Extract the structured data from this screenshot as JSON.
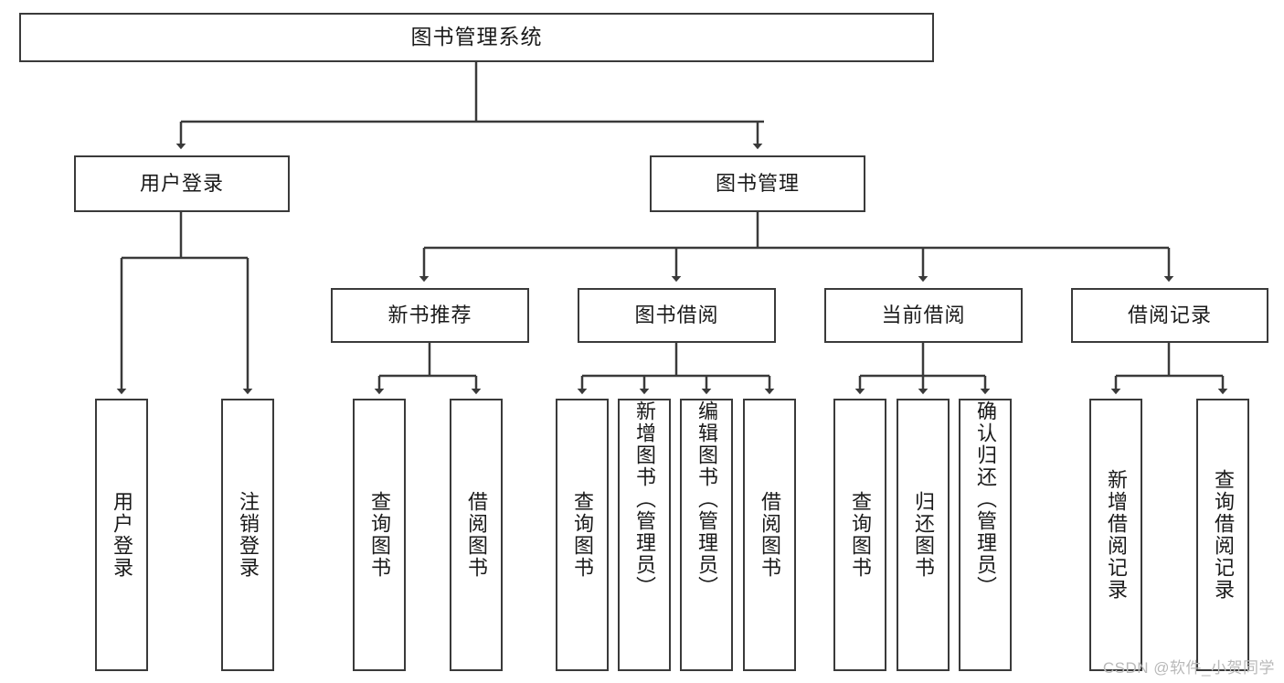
{
  "diagram": {
    "type": "tree",
    "title_node": "图书管理系统",
    "watermark": "CSDN @软件_小贺同学",
    "colors": {
      "stroke": "#3a3a3a",
      "fill": "#ffffff",
      "text": "#1a1a1a",
      "watermark": "#b9b9b9"
    },
    "nodes": {
      "root": {
        "label": "图书管理系统"
      },
      "level2": [
        {
          "id": "user-login",
          "label": "用户登录"
        },
        {
          "id": "book-manage",
          "label": "图书管理"
        }
      ],
      "level3": [
        {
          "id": "new-book-rec",
          "label": "新书推荐"
        },
        {
          "id": "book-borrow",
          "label": "图书借阅"
        },
        {
          "id": "current-borrow",
          "label": "当前借阅"
        },
        {
          "id": "borrow-record",
          "label": "借阅记录"
        }
      ],
      "leaves": {
        "user-login": [
          {
            "id": "leaf-user-login",
            "label": "用户登录"
          },
          {
            "id": "leaf-user-logout",
            "label": "注销登录"
          }
        ],
        "new-book-rec": [
          {
            "id": "leaf-query-book-1",
            "label": "查询图书"
          },
          {
            "id": "leaf-borrow-book-1",
            "label": "借阅图书"
          }
        ],
        "book-borrow": [
          {
            "id": "leaf-query-book-2",
            "label": "查询图书"
          },
          {
            "id": "leaf-add-book",
            "label": "新增图书（管理员）"
          },
          {
            "id": "leaf-edit-book",
            "label": "编辑图书（管理员）"
          },
          {
            "id": "leaf-borrow-book-2",
            "label": "借阅图书"
          }
        ],
        "current-borrow": [
          {
            "id": "leaf-query-book-3",
            "label": "查询图书"
          },
          {
            "id": "leaf-return-book",
            "label": "归还图书"
          },
          {
            "id": "leaf-confirm-return",
            "label": "确认归还（管理员）"
          }
        ],
        "borrow-record": [
          {
            "id": "leaf-add-record",
            "label": "新增借阅记录"
          },
          {
            "id": "leaf-query-record",
            "label": "查询借阅记录"
          }
        ]
      }
    }
  }
}
